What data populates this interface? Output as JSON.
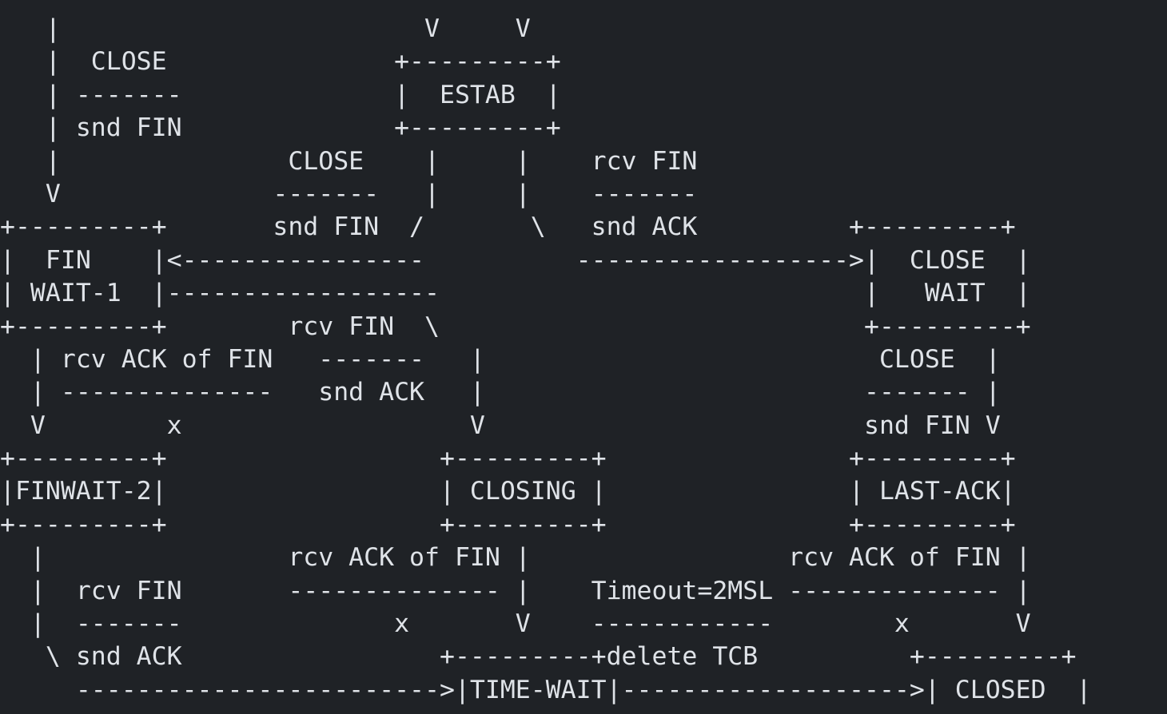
{
  "diagram": {
    "lines": [
      "   |                        V     V",
      "   |  CLOSE               +---------+",
      "   | -------              |  ESTAB  |",
      "   | snd FIN              +---------+",
      "   |               CLOSE    |     |    rcv FIN",
      "   V              -------   |     |    -------",
      "+---------+       snd FIN  /       \\   snd ACK          +---------+",
      "|  FIN    |<----------------          ------------------>|  CLOSE  |",
      "| WAIT-1  |------------------                            |   WAIT  |",
      "+---------+        rcv FIN  \\                            +---------+",
      "  | rcv ACK of FIN   -------   |                          CLOSE  |",
      "  | --------------   snd ACK   |                         ------- |",
      "  V        x                   V                         snd FIN V",
      "+---------+                  +---------+                +---------+",
      "|FINWAIT-2|                  | CLOSING |                | LAST-ACK|",
      "+---------+                  +---------+                +---------+",
      "  |                rcv ACK of FIN |                 rcv ACK of FIN |",
      "  |  rcv FIN       -------------- |    Timeout=2MSL -------------- |",
      "  |  -------              x       V    ------------        x       V",
      "   \\ snd ACK                 +---------+delete TCB          +---------+",
      "     ------------------------>|TIME-WAIT|------------------->| CLOSED  |",
      "                              +---------+                    +---------+"
    ]
  }
}
